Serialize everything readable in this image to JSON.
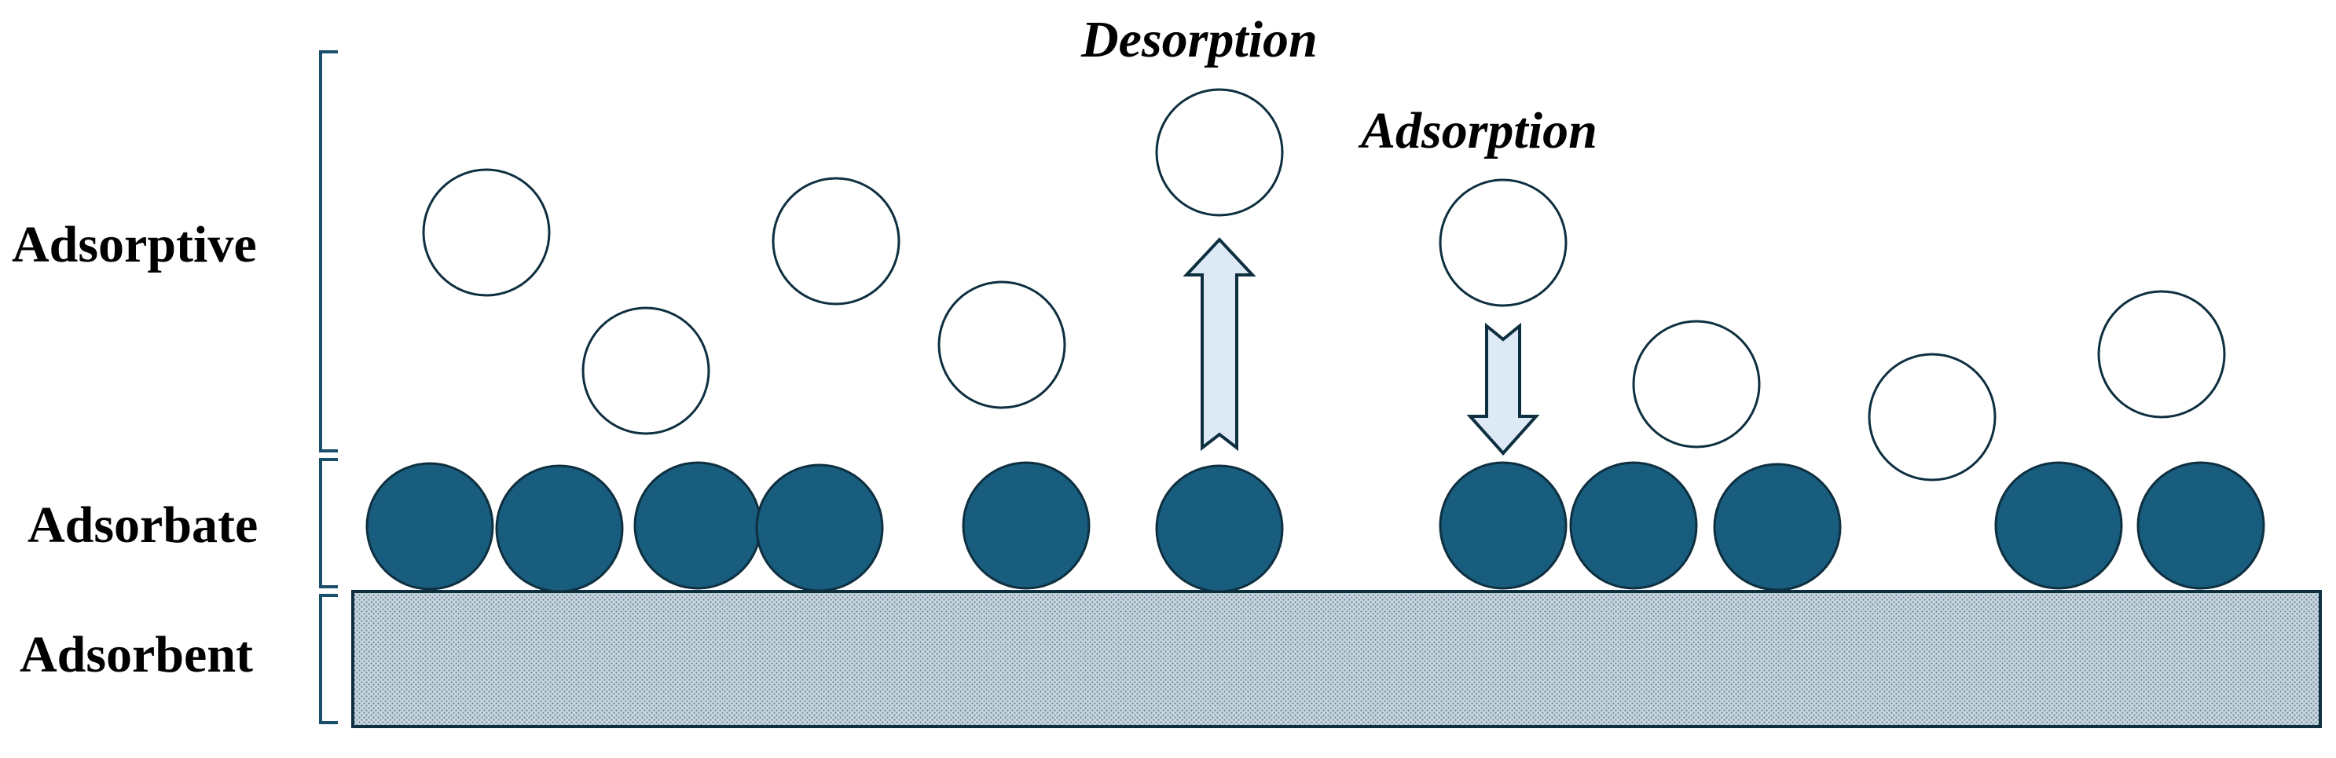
{
  "labels": {
    "adsorptive": "Adsorptive",
    "adsorbate": "Adsorbate",
    "adsorbent": "Adsorbent",
    "desorption": "Desorption",
    "adsorption": "Adsorption"
  },
  "colors": {
    "adsorbate_fill": "#185d7e",
    "adsorbate_stroke": "#0e2f40",
    "adsorptive_stroke": "#0e2f40",
    "adsorbent_fill": "#c7d6df",
    "adsorbent_dots": "#6d8797",
    "arrow_fill": "#dde9f5",
    "bracket": "#1a4f6b"
  }
}
